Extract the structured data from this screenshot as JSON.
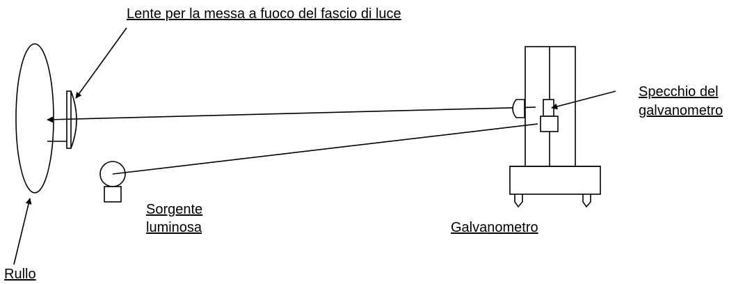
{
  "labels": {
    "lens": "Lente per la messa a fuoco del fascio di luce",
    "mirror_line1": "Specchio del",
    "mirror_line2": "galvanometro",
    "source_line1": "Sorgente",
    "source_line2": "luminosa",
    "galvanometer": "Galvanometro",
    "roller": "Rullo"
  }
}
